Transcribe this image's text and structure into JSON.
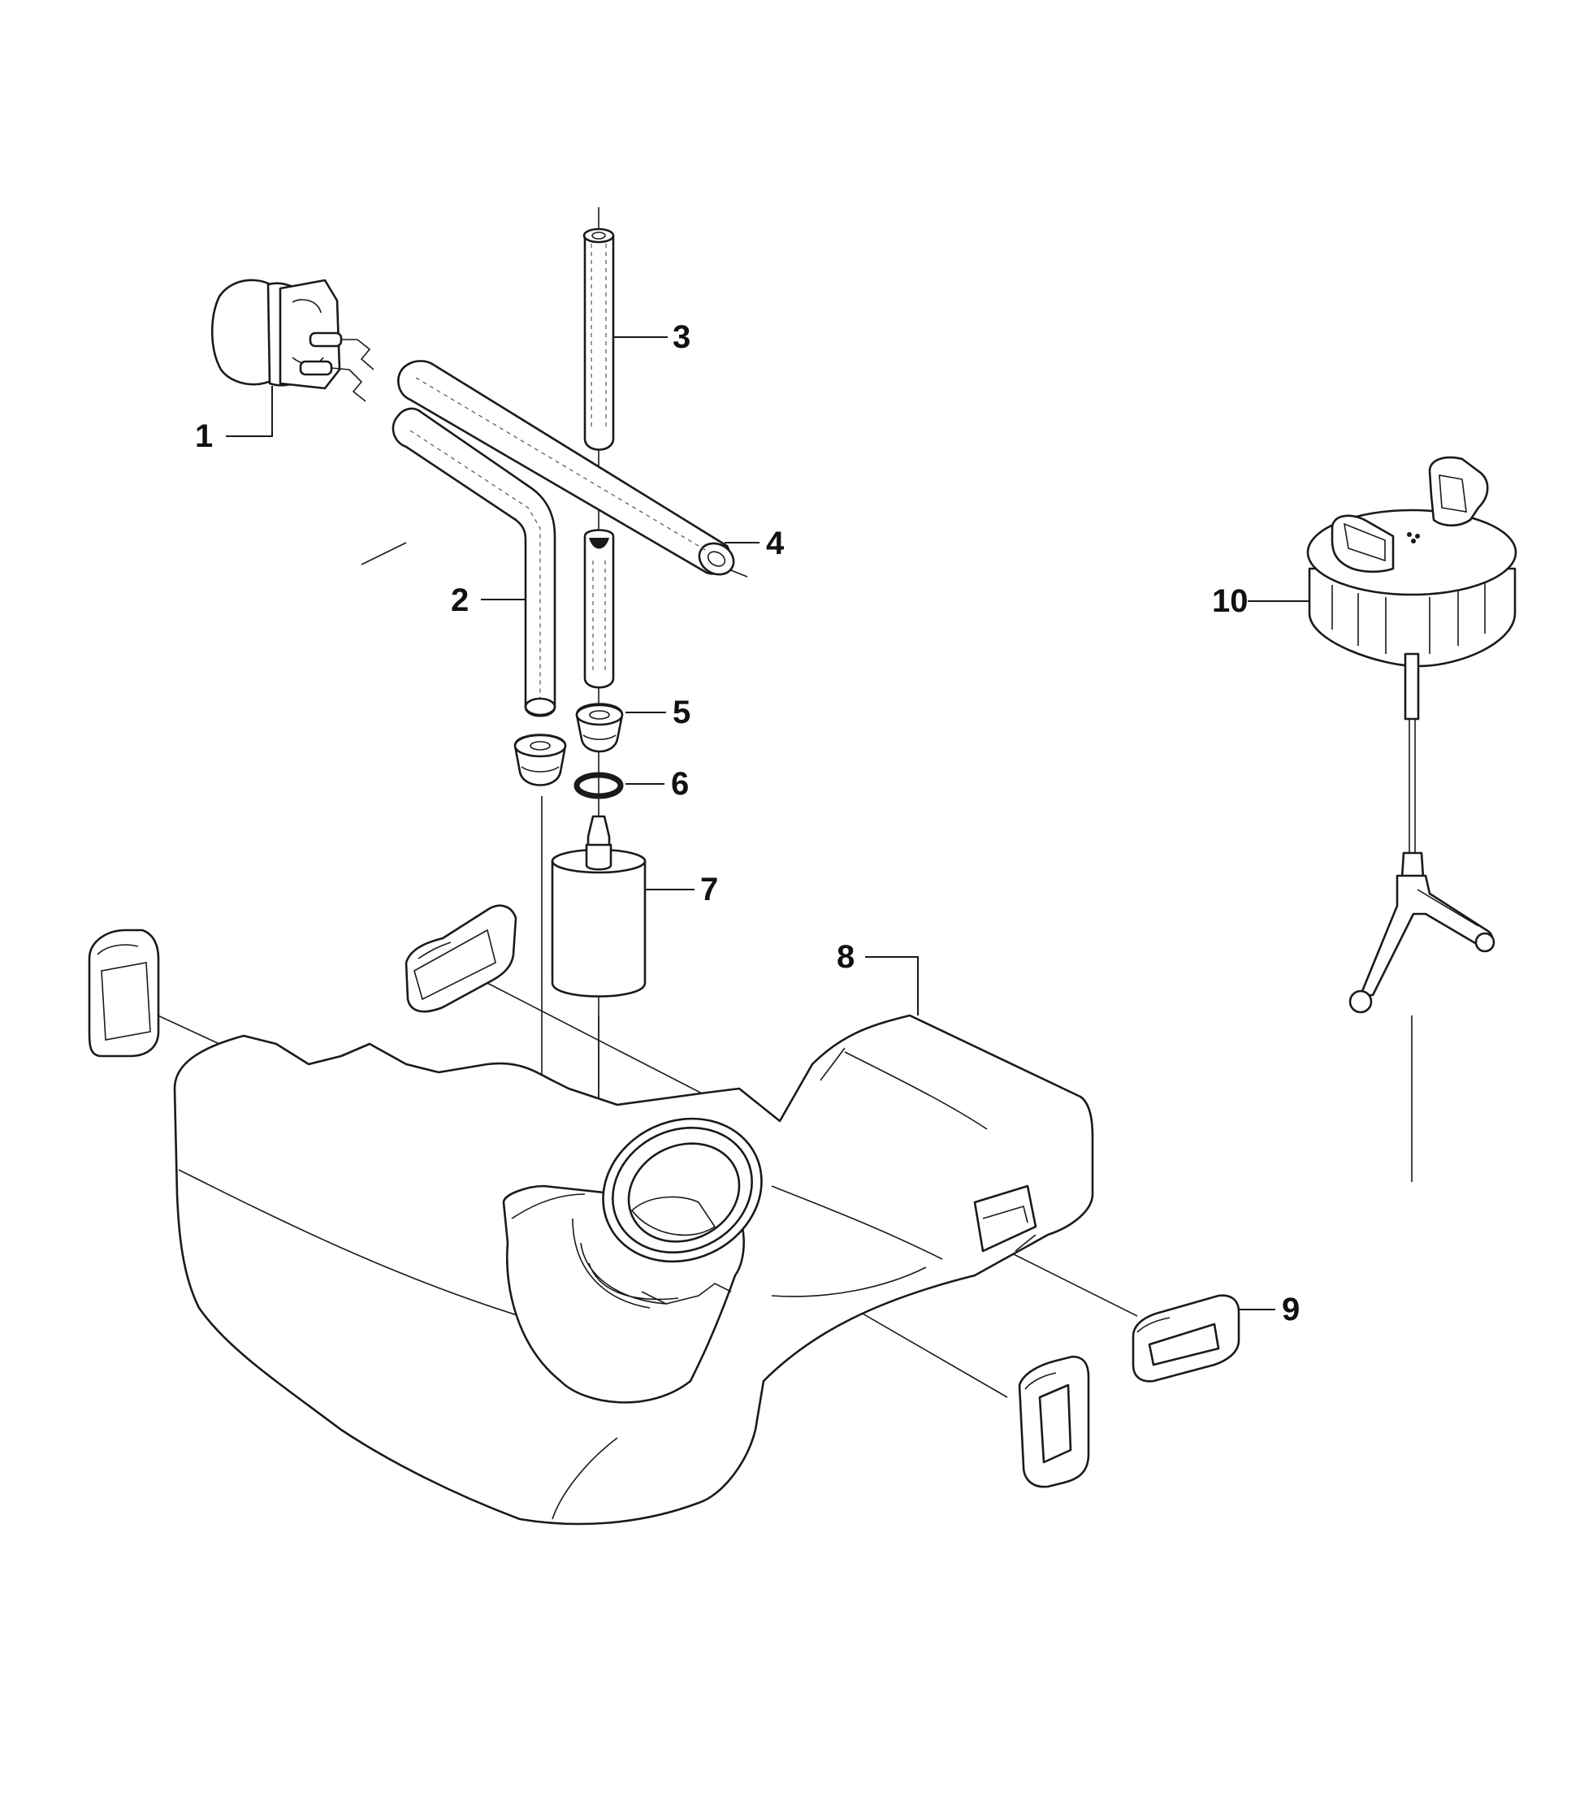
{
  "diagram": {
    "callouts": [
      {
        "id": "1",
        "label": "1"
      },
      {
        "id": "2",
        "label": "2"
      },
      {
        "id": "3",
        "label": "3"
      },
      {
        "id": "4",
        "label": "4"
      },
      {
        "id": "5",
        "label": "5"
      },
      {
        "id": "6",
        "label": "6"
      },
      {
        "id": "7",
        "label": "7"
      },
      {
        "id": "8",
        "label": "8"
      },
      {
        "id": "9",
        "label": "9"
      },
      {
        "id": "10",
        "label": "10"
      }
    ],
    "line_color": "#1a1a1a",
    "background": "#ffffff"
  }
}
